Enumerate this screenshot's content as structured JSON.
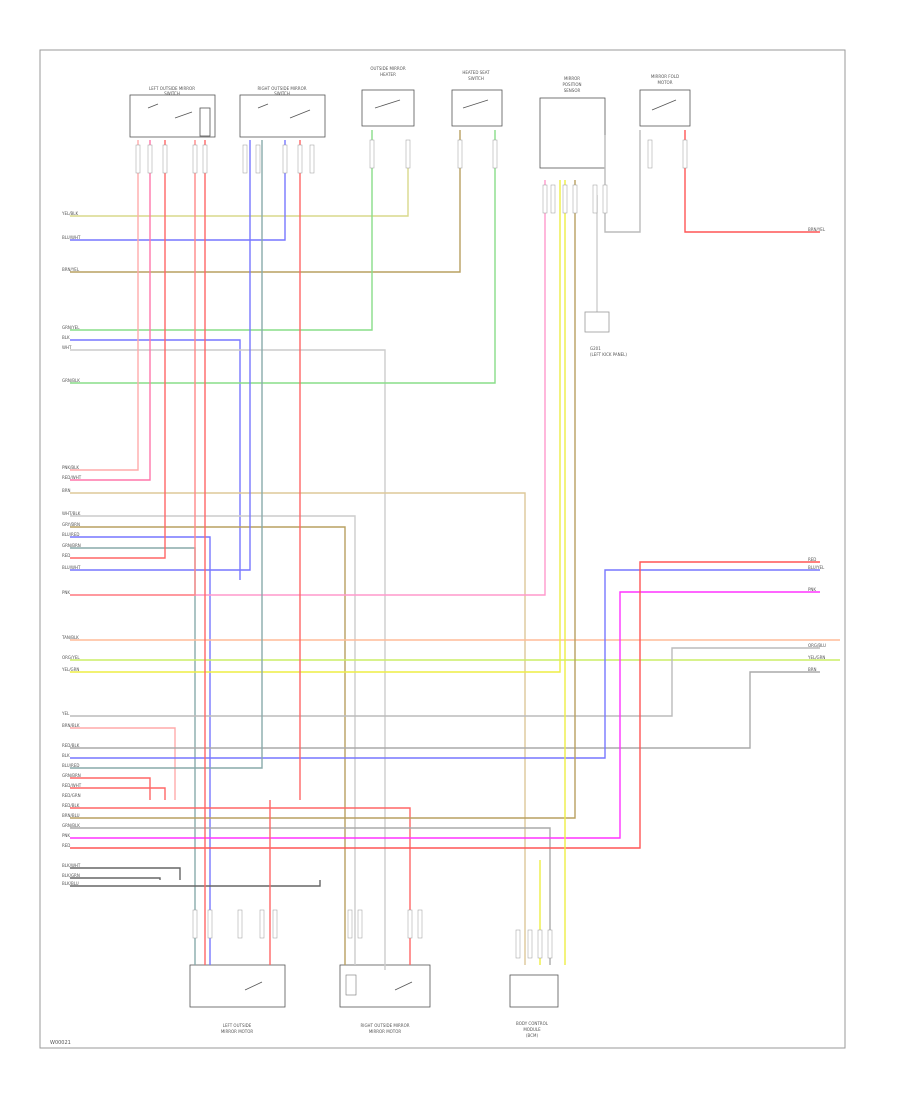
{
  "diagram": {
    "page_code": "W00021",
    "components": {
      "top": [
        {
          "id": "c1",
          "label_line1": "LEFT OUTSIDE MIRROR",
          "label_line2": "SWITCH"
        },
        {
          "id": "c2",
          "label_line1": "RIGHT OUTSIDE MIRROR",
          "label_line2": "SWITCH"
        },
        {
          "id": "c3",
          "label_line1": "OUTSIDE MIRROR",
          "label_line2": "HEATER"
        },
        {
          "id": "c4",
          "label_line1": "HEATED SEAT",
          "label_line2": "SWITCH"
        },
        {
          "id": "c5",
          "label_line1": "MIRROR",
          "label_line2": "POSITION",
          "label_line3": "SENSOR"
        },
        {
          "id": "c6",
          "label_line1": "MIRROR FOLD",
          "label_line2": "MOTOR"
        }
      ],
      "ground_label_line1": "G201",
      "ground_label_line2": "(LEFT KICK PANEL)",
      "bottom": [
        {
          "id": "b1",
          "label_line1": "LEFT OUTSIDE",
          "label_line2": "MIRROR MOTOR"
        },
        {
          "id": "b2",
          "label_line1": "RIGHT OUTSIDE MIRROR",
          "label_line2": "MIRROR MOTOR"
        },
        {
          "id": "b3",
          "label_line1": "BODY CONTROL",
          "label_line2": "MODULE",
          "label_line3": "(BCM)"
        }
      ]
    },
    "left_wire_labels": [
      "YEL/BLK",
      "BLU/WHT",
      "BRN/YEL",
      "GRN/YEL",
      "BLK",
      "WHT",
      "GRN/BLK",
      "PNK/BLK",
      "RED/WHT",
      "BRN",
      "WHT/BLK",
      "GRY/BRN",
      "BLU/RED",
      "GRN/BRN",
      "RED",
      "BLU/WHT",
      "PNK",
      "TAN/BLK",
      "ORG/YEL",
      "YEL/GRN",
      "YEL",
      "BRN/BLK",
      "RED/BLK",
      "BLK",
      "BLU/RED",
      "GRN/BRN",
      "RED/WHT",
      "RED/GRN",
      "RED/BLK",
      "BRN/BLU",
      "GRN/BLK",
      "PNK",
      "RED",
      "BLK/WHT",
      "BLK/GRN",
      "BLK/BLU"
    ],
    "right_wire_labels": [
      "BRN/YEL",
      "RED",
      "BLU/YEL",
      "PNK",
      "ORG/BLU",
      "YEL/GRN",
      "BRN"
    ]
  }
}
